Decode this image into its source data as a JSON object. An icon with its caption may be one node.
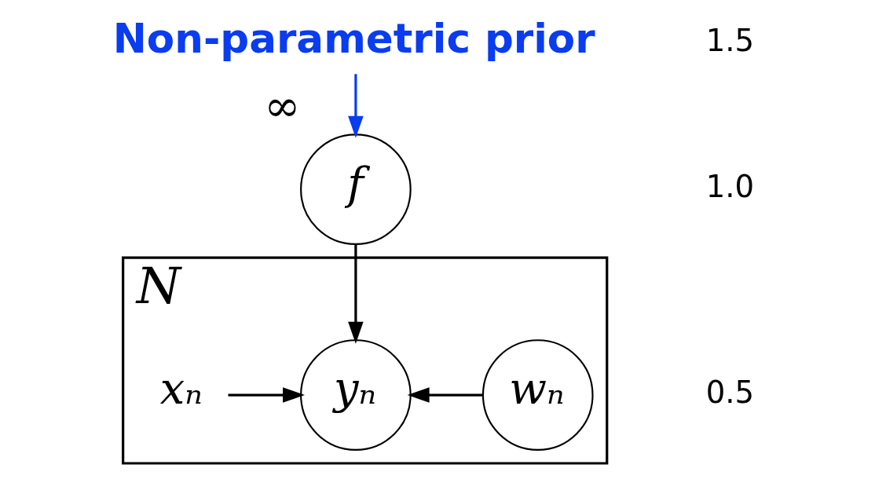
{
  "diagram": {
    "nodes": [
      {
        "text": [
          "N"
        ]
      },
      {
        "text": [
          "f"
        ],
        "beside": [
          "∞"
        ]
      },
      {
        "text": [
          "xₙ"
        ],
        "in": 0
      },
      {
        "text": [
          "yₙ"
        ],
        "in": 0
      },
      {
        "text": [
          "wₙ"
        ],
        "in": 0
      },
      {
        "text": [
          "Non-parametric prior"
        ]
      }
    ],
    "edges": [
      {
        "from": 1,
        "to": 3,
        "arrow": "to"
      },
      {
        "from": 2,
        "to": 3,
        "arrow": "to"
      },
      {
        "from": 4,
        "to": 3,
        "arrow": "to"
      },
      {
        "from": 5,
        "to": 1,
        "arrow": "to",
        "color": "#0a3cf0"
      }
    ],
    "labels": [
      "1.5",
      "1.0",
      "0.5"
    ]
  }
}
